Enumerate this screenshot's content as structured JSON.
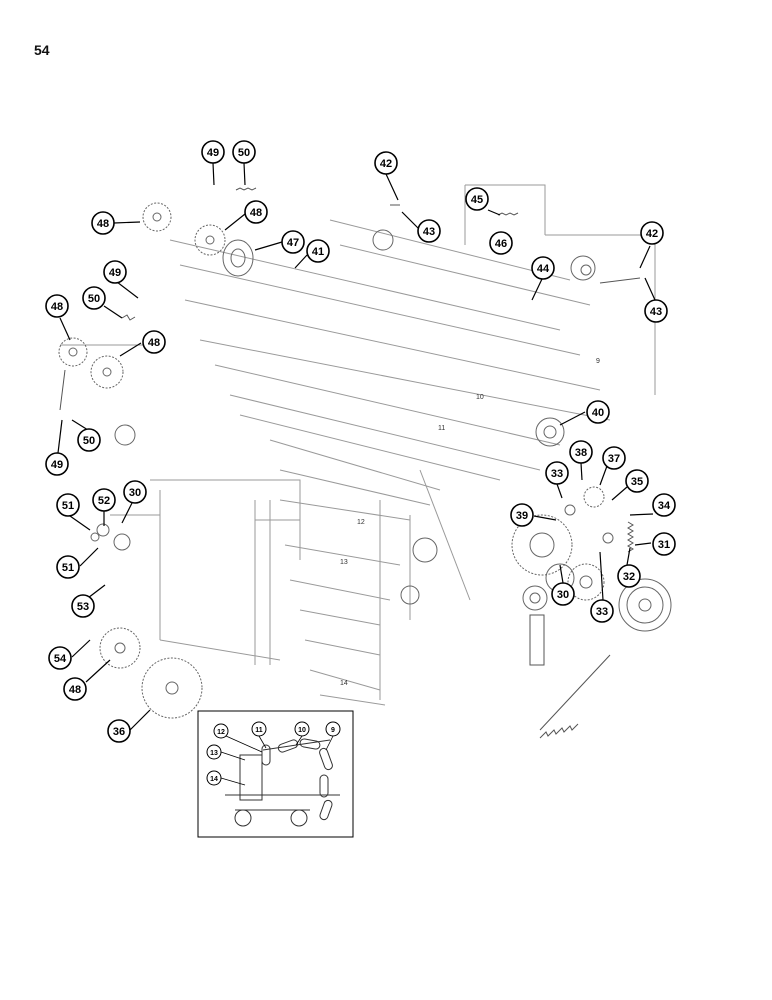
{
  "page": {
    "number": "54"
  },
  "callouts": [
    "49",
    "50",
    "42",
    "45",
    "48",
    "48",
    "47",
    "41",
    "43",
    "46",
    "42",
    "49",
    "44",
    "50",
    "48",
    "43",
    "48",
    "40",
    "50",
    "49",
    "33",
    "38",
    "37",
    "35",
    "34",
    "51",
    "52",
    "30",
    "39",
    "31",
    "32",
    "51",
    "30",
    "33",
    "53",
    "54",
    "48",
    "36"
  ],
  "roller_labels": [
    "9",
    "10",
    "11",
    "12",
    "13",
    "14"
  ],
  "inset": {
    "labels": [
      "12",
      "11",
      "10",
      "9",
      "13",
      "14"
    ]
  }
}
